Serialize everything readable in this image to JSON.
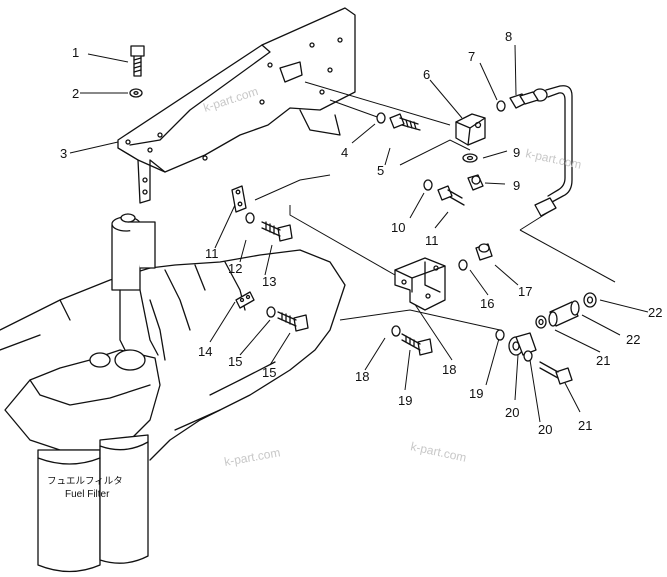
{
  "callouts": [
    "1",
    "2",
    "3",
    "4",
    "5",
    "6",
    "7",
    "8",
    "9",
    "9",
    "10",
    "11",
    "11",
    "12",
    "13",
    "14",
    "15",
    "15",
    "16",
    "17",
    "18",
    "18",
    "19",
    "19",
    "20",
    "20",
    "21",
    "21",
    "22",
    "22"
  ],
  "filter_label_jp": "フュエルフィルタ",
  "filter_label_en": "Fuel Filter",
  "watermark": "k-part.com"
}
